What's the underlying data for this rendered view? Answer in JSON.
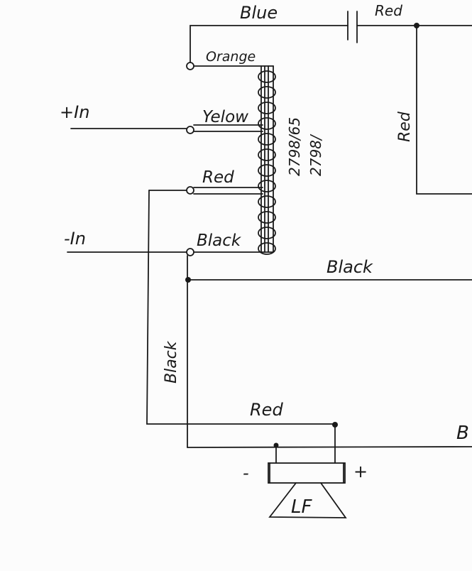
{
  "labels": {
    "blue": "Blue",
    "red_top": "Red",
    "orange": "Orange",
    "plus_in": "+In",
    "yellow": "Yelow",
    "red_tap": "Red",
    "minus_in": "-In",
    "black_tap": "Black",
    "part_number_1": "2798/65",
    "part_number_2": "2798/",
    "red_vertical": "Red",
    "black_horizontal": "Black",
    "black_vertical": "Black",
    "red_bottom": "Red",
    "b_cut": "B",
    "minus": "-",
    "plus": "+",
    "lf": "LF"
  },
  "colors": {
    "ink": "#1a1a1a",
    "paper": "#fcfcfc"
  }
}
